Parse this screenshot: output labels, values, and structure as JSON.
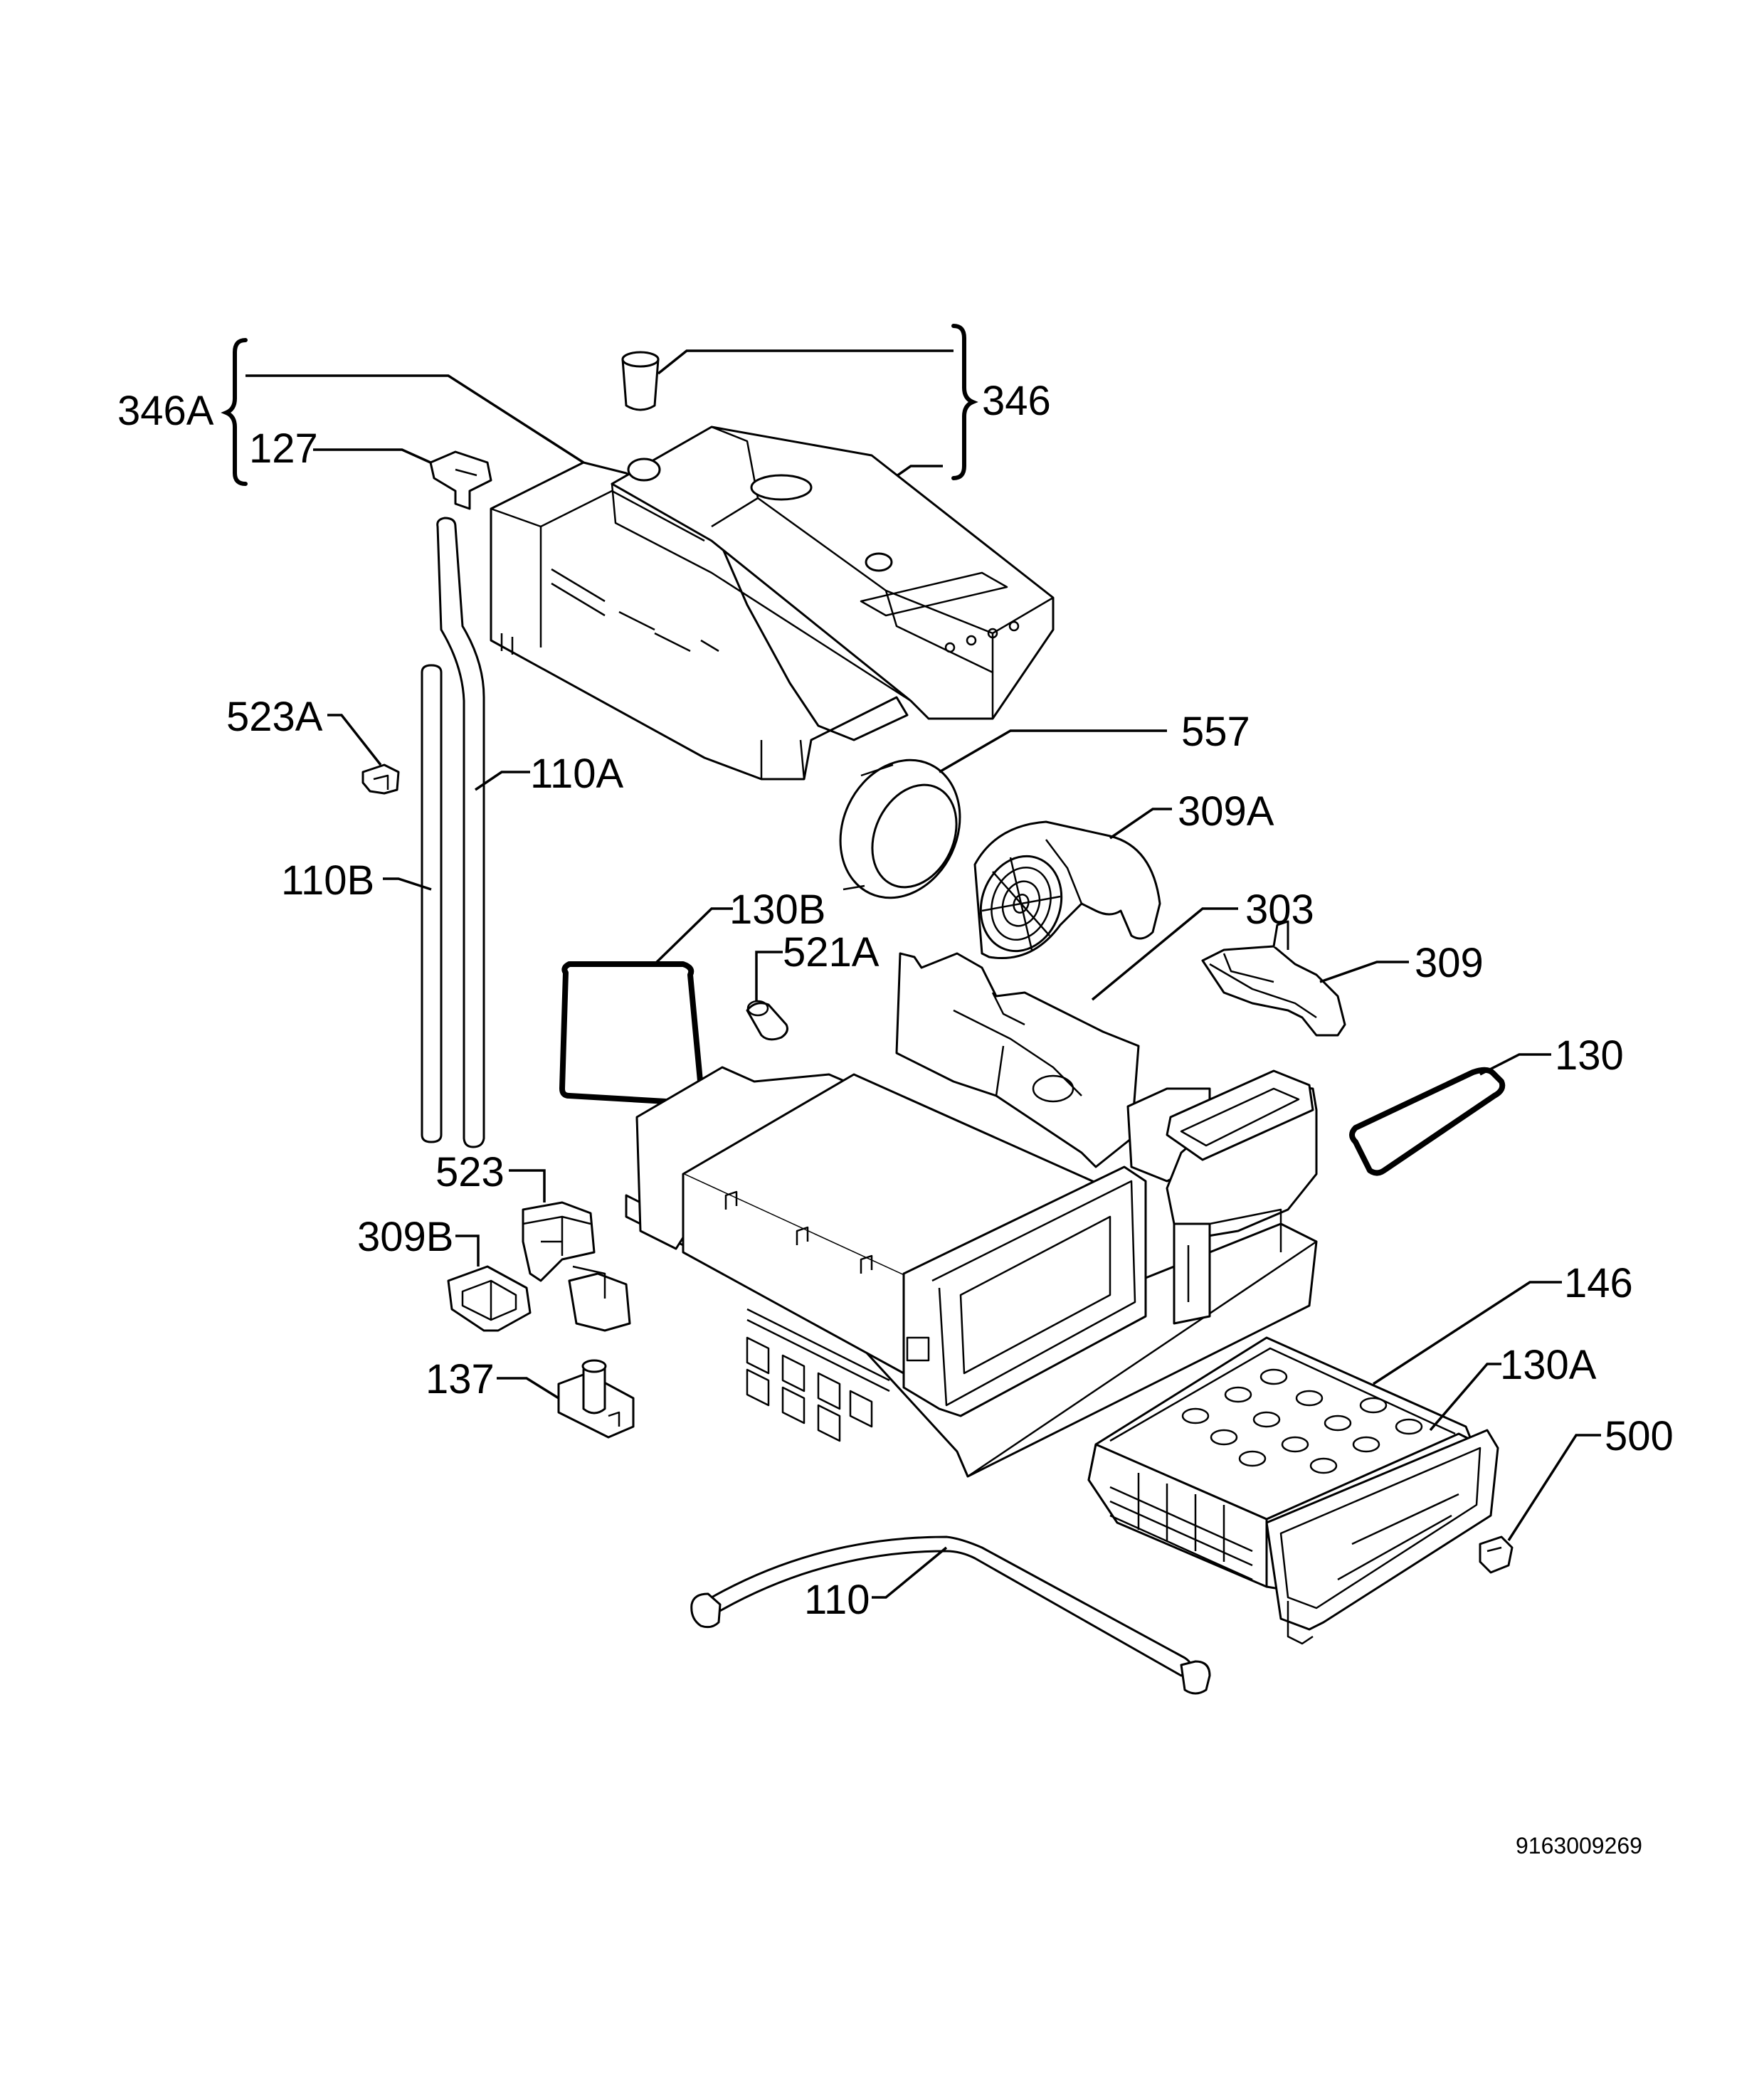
{
  "labels": {
    "l346A": "346A",
    "l127": "127",
    "l346": "346",
    "l557": "557",
    "l523A": "523A",
    "l110A": "110A",
    "l309A": "309A",
    "l110B": "110B",
    "l130B": "130B",
    "l303": "303",
    "l521A": "521A",
    "l309": "309",
    "l130": "130",
    "l523": "523",
    "l309B": "309B",
    "l146": "146",
    "l137": "137",
    "l130A": "130A",
    "l500": "500",
    "l110": "110"
  },
  "drawing_number": "9163009269"
}
